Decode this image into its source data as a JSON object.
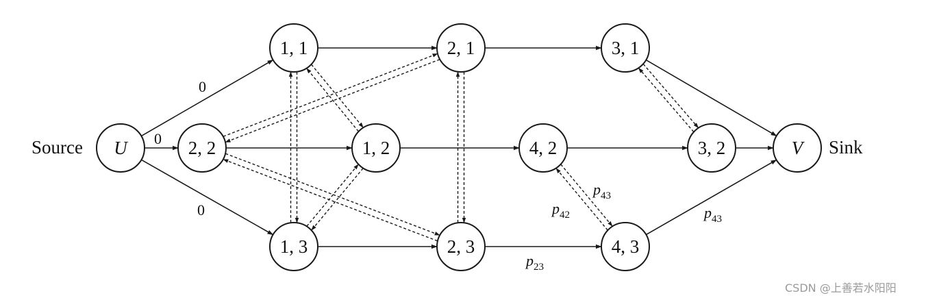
{
  "diagram": {
    "source_label": "Source",
    "sink_label": "Sink",
    "nodes": [
      {
        "id": "U",
        "label": "U",
        "italic": true
      },
      {
        "id": "V",
        "label": "V",
        "italic": true
      },
      {
        "id": "n11",
        "label": "1, 1"
      },
      {
        "id": "n21",
        "label": "2, 1"
      },
      {
        "id": "n31",
        "label": "3, 1"
      },
      {
        "id": "n22",
        "label": "2, 2"
      },
      {
        "id": "n12",
        "label": "1, 2"
      },
      {
        "id": "n42",
        "label": "4, 2"
      },
      {
        "id": "n32",
        "label": "3, 2"
      },
      {
        "id": "n13",
        "label": "1, 3"
      },
      {
        "id": "n23",
        "label": "2, 3"
      },
      {
        "id": "n43",
        "label": "4, 3"
      }
    ],
    "solid_edges": [
      [
        "U",
        "n11"
      ],
      [
        "U",
        "n22"
      ],
      [
        "U",
        "n13"
      ],
      [
        "n11",
        "n21"
      ],
      [
        "n21",
        "n31"
      ],
      [
        "n22",
        "n12"
      ],
      [
        "n12",
        "n42"
      ],
      [
        "n42",
        "n32"
      ],
      [
        "n32",
        "V"
      ],
      [
        "n13",
        "n23"
      ],
      [
        "n23",
        "n43"
      ],
      [
        "n31",
        "V"
      ],
      [
        "n43",
        "V"
      ]
    ],
    "dashed_edges": [
      [
        "n11",
        "n12"
      ],
      [
        "n11",
        "n13"
      ],
      [
        "n12",
        "n13"
      ],
      [
        "n22",
        "n21"
      ],
      [
        "n22",
        "n23"
      ],
      [
        "n21",
        "n23"
      ],
      [
        "n31",
        "n32"
      ],
      [
        "n42",
        "n43"
      ]
    ],
    "edge_labels": [
      {
        "id": "lbl-u-11",
        "base": "0",
        "sub": ""
      },
      {
        "id": "lbl-u-22",
        "base": "0",
        "sub": ""
      },
      {
        "id": "lbl-u-13",
        "base": "0",
        "sub": ""
      },
      {
        "id": "lbl-p43a",
        "base": "p",
        "sub": "43"
      },
      {
        "id": "lbl-p42",
        "base": "p",
        "sub": "42"
      },
      {
        "id": "lbl-p43b",
        "base": "p",
        "sub": "43"
      },
      {
        "id": "lbl-p23",
        "base": "p",
        "sub": "23"
      }
    ]
  },
  "watermark": "CSDN @上善若水阳阳"
}
